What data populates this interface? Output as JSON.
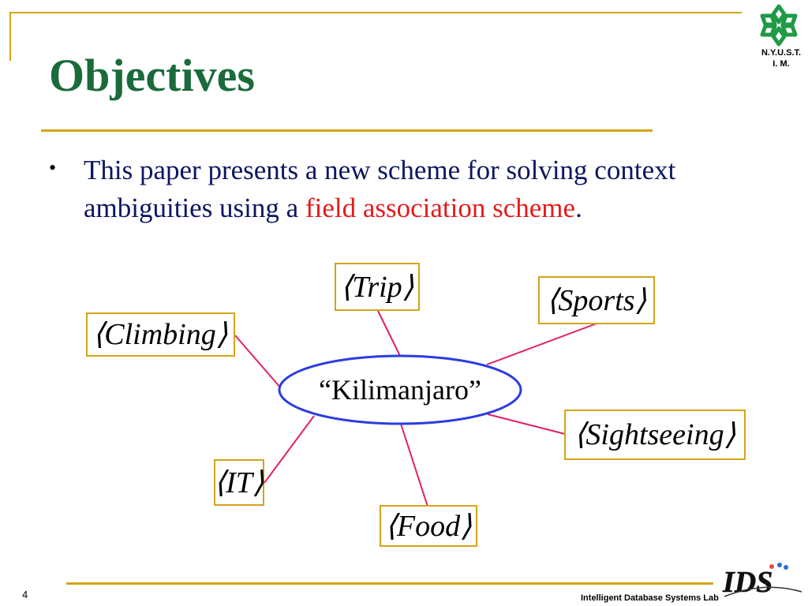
{
  "slide": {
    "title": "Objectives",
    "page_number": "4",
    "footer_lab": "Intelligent Database Systems Lab",
    "logo_text_line1": "N.Y.U.S.T.",
    "logo_text_line2": "I. M.",
    "ids_logo": "IDS"
  },
  "bullet": {
    "text_before": "This paper presents a new scheme for solving context ambiguities using a ",
    "highlight": "field association scheme",
    "text_after": "."
  },
  "diagram": {
    "center": "“Kilimanjaro”",
    "fields": [
      "⟨Trip⟩",
      "⟨Sports⟩",
      "⟨Climbing⟩",
      "⟨Sightseeing⟩",
      "⟨IT⟩",
      "⟨Food⟩"
    ]
  },
  "colors": {
    "title": "#1a6b3a",
    "body_text": "#0d1660",
    "highlight": "#e31b1b",
    "accent_line": "#d4a417",
    "box_border": "#d4a417",
    "ellipse_stroke": "#2b3de0",
    "connector": "#e0206a"
  }
}
